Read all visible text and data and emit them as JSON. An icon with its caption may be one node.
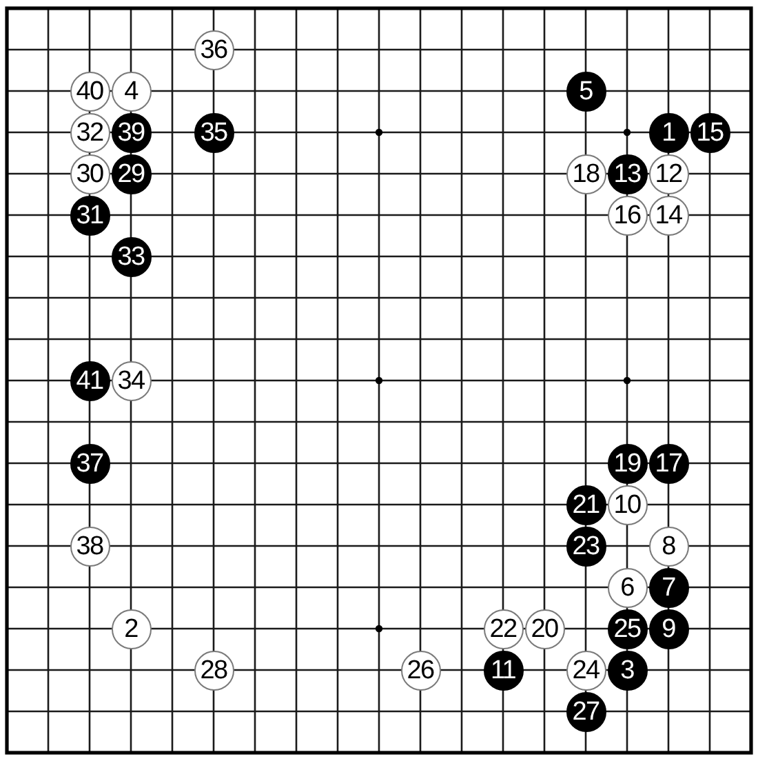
{
  "diagram": {
    "nodes": [
      {
        "text": [
          "36"
        ]
      },
      {
        "text": [
          "40"
        ]
      },
      {
        "text": [
          "4"
        ]
      },
      {
        "text": [
          "5"
        ]
      },
      {
        "text": [
          "32"
        ]
      },
      {
        "text": [
          "39"
        ]
      },
      {
        "text": [
          "35"
        ]
      },
      {
        "text": [
          "1"
        ]
      },
      {
        "text": [
          "15"
        ]
      },
      {
        "text": [
          "30"
        ]
      },
      {
        "text": [
          "29"
        ]
      },
      {
        "text": [
          "18"
        ]
      },
      {
        "text": [
          "13"
        ]
      },
      {
        "text": [
          "12"
        ]
      },
      {
        "text": [
          "31"
        ]
      },
      {
        "text": [
          "16"
        ]
      },
      {
        "text": [
          "14"
        ]
      },
      {
        "text": [
          "33"
        ]
      },
      {
        "text": [
          "41"
        ]
      },
      {
        "text": [
          "34"
        ]
      },
      {
        "text": [
          "37"
        ]
      },
      {
        "text": [
          "19"
        ]
      },
      {
        "text": [
          "17"
        ]
      },
      {
        "text": [
          "21"
        ]
      },
      {
        "text": [
          "10"
        ]
      },
      {
        "text": [
          "38"
        ]
      },
      {
        "text": [
          "23"
        ]
      },
      {
        "text": [
          "8"
        ]
      },
      {
        "text": [
          "6"
        ]
      },
      {
        "text": [
          "7"
        ]
      },
      {
        "text": [
          "2"
        ]
      },
      {
        "text": [
          "22"
        ]
      },
      {
        "text": [
          "20"
        ]
      },
      {
        "text": [
          "25"
        ]
      },
      {
        "text": [
          "9"
        ]
      },
      {
        "text": [
          "28"
        ]
      },
      {
        "text": [
          "26"
        ]
      },
      {
        "text": [
          "11"
        ]
      },
      {
        "text": [
          "24"
        ]
      },
      {
        "text": [
          "3"
        ]
      },
      {
        "text": [
          "27"
        ]
      }
    ]
  }
}
